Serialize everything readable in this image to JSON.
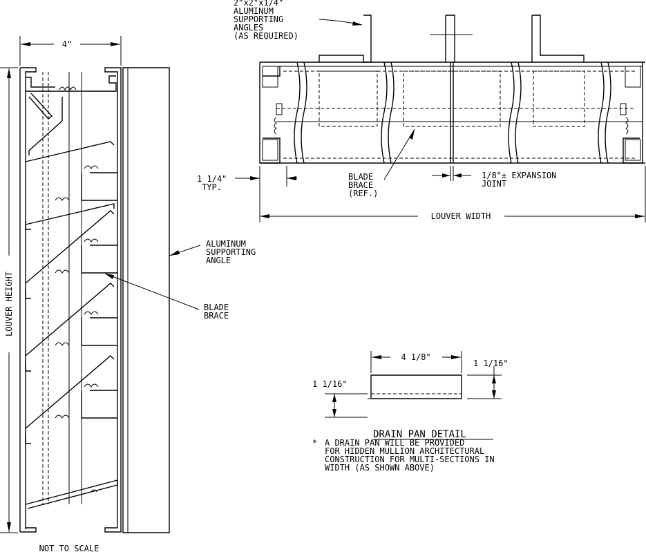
{
  "section_view": {
    "dim_width": "4\"",
    "louver_height": "LOUVER HEIGHT",
    "supporting_angle": [
      "ALUMINUM",
      "SUPPORTING",
      "ANGLE"
    ],
    "blade_brace": [
      "BLADE",
      "BRACE"
    ],
    "scale_note": "NOT TO SCALE"
  },
  "plan_view": {
    "angles_note": [
      "2\"x2\"x1/4\"",
      "ALUMINUM",
      "SUPPORTING",
      "ANGLES",
      "(AS REQUIRED)"
    ],
    "typ_dim": [
      "1 1/4\"",
      "TYP."
    ],
    "blade_brace_ref": [
      "BLADE",
      "BRACE",
      "(REF.)"
    ],
    "expansion_joint": [
      "1/8\"± EXPANSION",
      "JOINT"
    ],
    "louver_width": "LOUVER WIDTH"
  },
  "drain_pan": {
    "width_dim": "4 1/8\"",
    "height_dim_right": "1 1/16\"",
    "height_dim_left": "1 1/16\"",
    "title": "DRAIN PAN DETAIL",
    "note_bullet": "*",
    "note_lines": [
      "A DRAIN PAN WILL BE PROVIDED",
      "FOR HIDDEN MULLION ARCHITECTURAL",
      "CONSTRUCTION FOR MULTI-SECTIONS IN",
      "WIDTH (AS SHOWN ABOVE)"
    ]
  }
}
